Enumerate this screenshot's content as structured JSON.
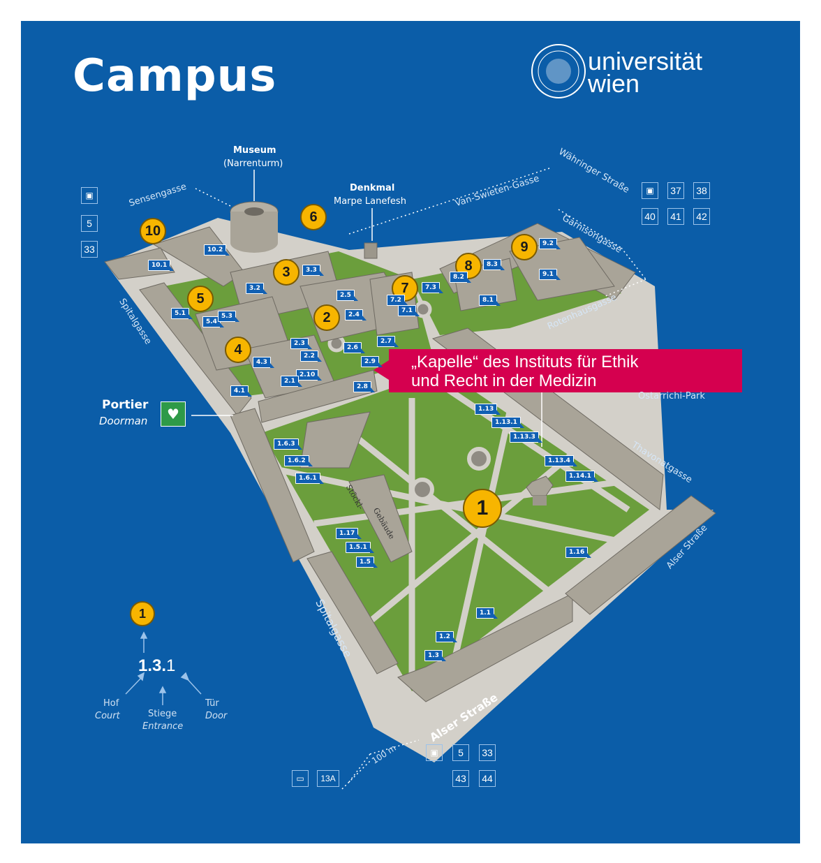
{
  "header": {
    "title": "Campus",
    "logo_line1": "universität",
    "logo_line2": "wien"
  },
  "landmarks": {
    "museum": "Museum",
    "museum_sub": "(Narrenturm)",
    "denkmal": "Denkmal",
    "denkmal_sub": "Marpe Lanefesh",
    "portier": "Portier",
    "portier_sub": "Doorman"
  },
  "callout": {
    "line1": "„Kapelle“ des Instituts für Ethik",
    "line2": "und Recht in der Medizin"
  },
  "streets": {
    "sensengasse": "Sensengasse",
    "van_swieten": "Van-Swieten-Gasse",
    "waehringer": "Währinger Straße",
    "garnisongasse": "Garnisongasse",
    "rotenhausgasse": "Rotenhausgasse",
    "spitalgasse_top": "Spitalgasse",
    "spitalgasse_bottom": "Spitalgasse",
    "ostarrichi": "Ostarrichi-Park",
    "thavonatgasse": "Thavonatgasse",
    "alser_right": "Alser Straße",
    "alser_bottom": "Alser Straße",
    "distance": "100 m"
  },
  "courtyards": [
    "1",
    "2",
    "3",
    "4",
    "5",
    "6",
    "7",
    "8",
    "9",
    "10"
  ],
  "building_labels": [
    "10.1",
    "10.2",
    "3.2",
    "3.3",
    "5.1",
    "5.4",
    "5.3",
    "2.5",
    "2.4",
    "2.6",
    "2.7",
    "7.2",
    "7.1",
    "7.3",
    "8.2",
    "8.3",
    "8.1",
    "9.2",
    "9.1",
    "2.3",
    "2.2",
    "2.10",
    "2.1",
    "2.9",
    "2.8",
    "4.3",
    "4.1",
    "1.6.3",
    "1.6.2",
    "1.6.1",
    "1.13",
    "1.13.1",
    "1.13.3",
    "1.13.4",
    "1.14.1",
    "1.17",
    "1.5.1",
    "1.5",
    "1.16",
    "1.1",
    "1.2",
    "1.3"
  ],
  "stoeckl": {
    "line1": "Stöckl-",
    "line2": "Gebäude"
  },
  "transit": {
    "top_left": [
      "5",
      "33"
    ],
    "top_right": [
      "37",
      "38",
      "40",
      "41",
      "42"
    ],
    "bottom": [
      "5",
      "33",
      "43",
      "44"
    ],
    "bus": "13A"
  },
  "legend": {
    "code_bold": "1.3.",
    "code_light": "1",
    "circle": "1",
    "hof": "Hof",
    "hof_en": "Court",
    "stiege": "Stiege",
    "stiege_en": "Entrance",
    "tuer": "Tür",
    "tuer_en": "Door"
  },
  "colors": {
    "background": "#0b5da8",
    "grass": "#6b9e3c",
    "building": "#a9a498",
    "path": "#d3d0c9",
    "marker": "#f7b500",
    "callout": "#d5004f",
    "aed": "#2e9a48"
  }
}
